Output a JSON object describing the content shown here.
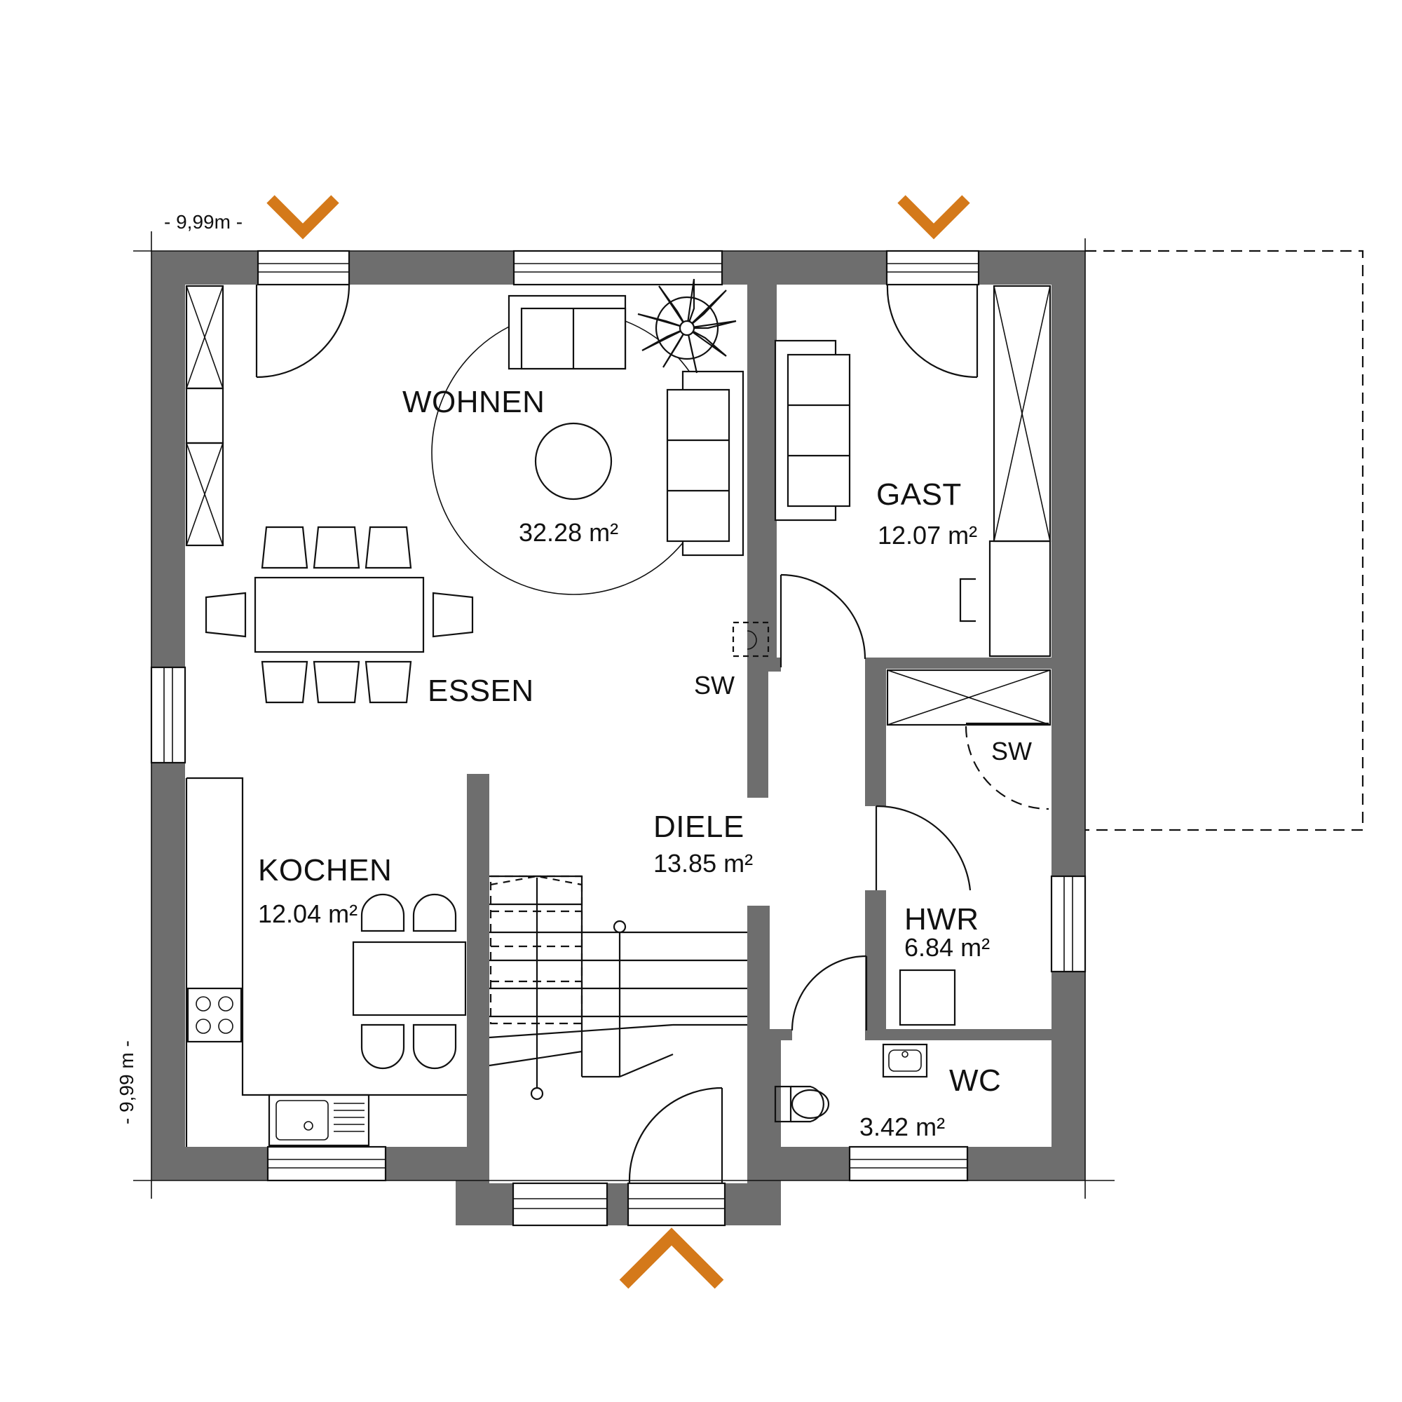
{
  "plan": {
    "rooms": {
      "wohnen": {
        "name": "WOHNEN",
        "area": "32.28",
        "unit": "m²"
      },
      "essen": {
        "name": "ESSEN"
      },
      "gast": {
        "name": "GAST",
        "area": "12.07",
        "unit": "m²"
      },
      "kochen": {
        "name": "KOCHEN",
        "area": "12.04",
        "unit": "m²"
      },
      "diele": {
        "name": "DIELE",
        "area": "13.85",
        "unit": "m²"
      },
      "hwr": {
        "name": "HWR",
        "area": "6.84",
        "unit": "m²"
      },
      "wc": {
        "name": "WC",
        "area": "3.42",
        "unit": "m²"
      }
    },
    "closets": {
      "sw_living": "SW",
      "sw_hwr": "SW"
    },
    "dimensions": {
      "width": "- 9,99m -",
      "height": "- 9,99 m -"
    },
    "colors": {
      "wall": "#6e6e6e",
      "arrow": "#d4791a",
      "line": "#111111"
    },
    "icons": [
      "entrance-arrow-icon",
      "view-arrow-icon",
      "plant-icon",
      "sofa-icon",
      "stove-icon",
      "sink-icon",
      "toilet-icon",
      "washbasin-icon"
    ]
  }
}
